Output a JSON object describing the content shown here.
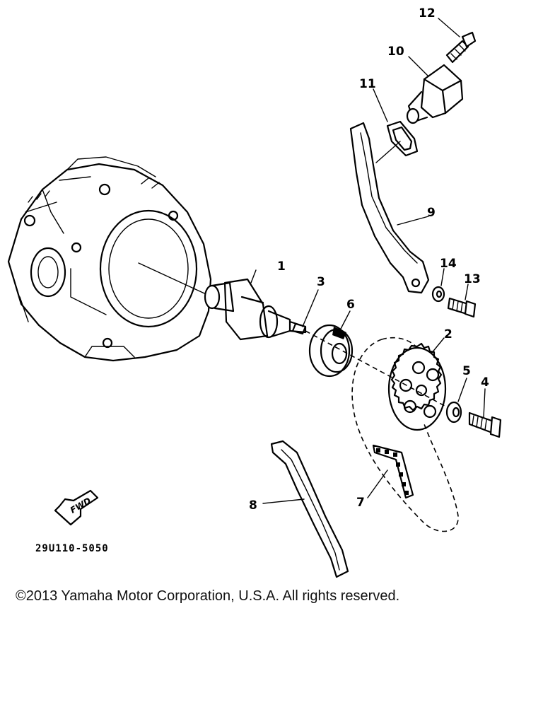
{
  "parts": [
    {
      "id": "1",
      "label": "1"
    },
    {
      "id": "2",
      "label": "2"
    },
    {
      "id": "3",
      "label": "3"
    },
    {
      "id": "4",
      "label": "4"
    },
    {
      "id": "5",
      "label": "5"
    },
    {
      "id": "6",
      "label": "6"
    },
    {
      "id": "7",
      "label": "7"
    },
    {
      "id": "8",
      "label": "8"
    },
    {
      "id": "9",
      "label": "9"
    },
    {
      "id": "10",
      "label": "10"
    },
    {
      "id": "11",
      "label": "11"
    },
    {
      "id": "12",
      "label": "12"
    },
    {
      "id": "13",
      "label": "13"
    },
    {
      "id": "14",
      "label": "14"
    }
  ],
  "fwd_label": "FWD",
  "diagram_code": "29U110-5050",
  "copyright": "©2013 Yamaha Motor Corporation, U.S.A. All rights reserved."
}
